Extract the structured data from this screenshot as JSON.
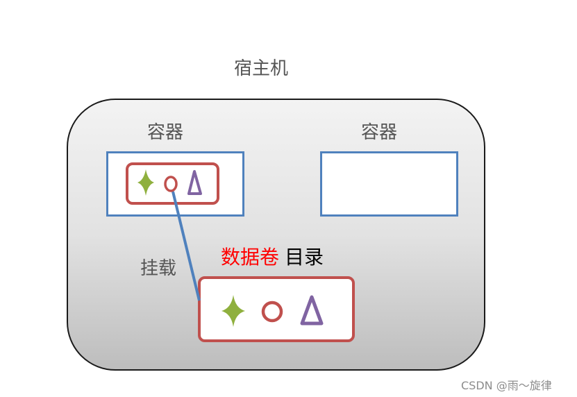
{
  "title": "宿主机",
  "containers": [
    {
      "label": "容器"
    },
    {
      "label": "容器"
    }
  ],
  "mount_label": "挂载",
  "volume_label": {
    "highlight": "数据卷",
    "rest": "目录"
  },
  "watermark": "CSDN @雨～旋律",
  "colors": {
    "container_border": "#4f81bd",
    "volume_border": "#c0504d",
    "cross": "#8fb03e",
    "circle": "#c0504d",
    "triangle": "#8064a2",
    "mount_line": "#4f81bd"
  }
}
